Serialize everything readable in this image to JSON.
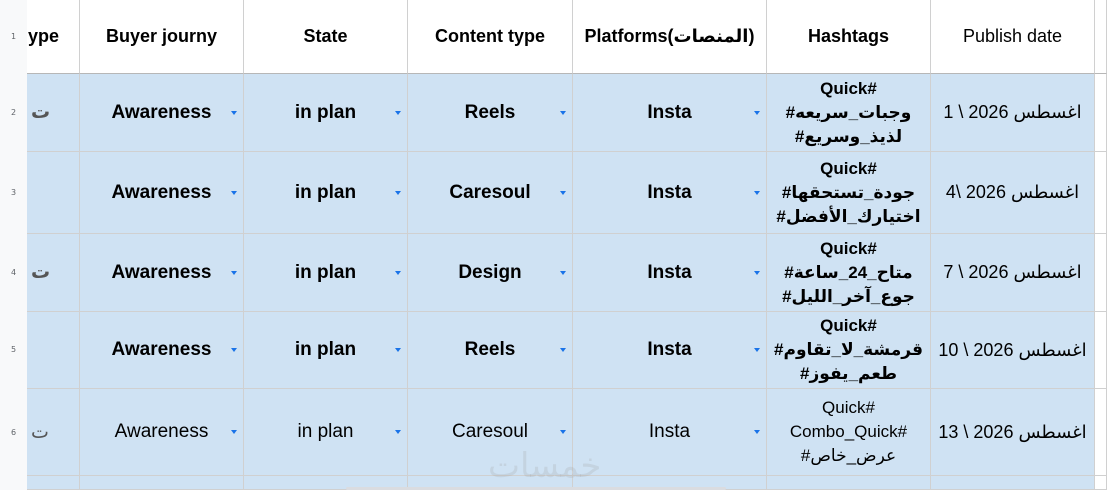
{
  "row_numbers": [
    "1",
    "2",
    "3",
    "4",
    "5",
    "6"
  ],
  "columns": {
    "type": "ype",
    "buyer_journey": "Buyer journy",
    "state": "State",
    "content_type": "Content type",
    "platforms": "Platforms(المنصات)",
    "hashtags": "Hashtags",
    "publish_date": "Publish date"
  },
  "rows": [
    {
      "type": "ت",
      "buyer_journey": "Awareness",
      "state": "in plan",
      "content_type": "Reels",
      "platform": "Insta",
      "hashtags": [
        "Quick#",
        "#وجبات_سريعه",
        "#لذيذ_وسريع"
      ],
      "publish_date": "اغسطس 2026 \\ 1"
    },
    {
      "type": "",
      "buyer_journey": "Awareness",
      "state": "in plan",
      "content_type": "Caresoul",
      "platform": "Insta",
      "hashtags": [
        "Quick#",
        "#جودة_تستحقها",
        "#اختيارك_الأفضل"
      ],
      "publish_date": "اغسطس 2026 \\4"
    },
    {
      "type": "ت",
      "buyer_journey": "Awareness",
      "state": "in plan",
      "content_type": "Design",
      "platform": "Insta",
      "hashtags": [
        "Quick#",
        "#متاح_24_ساعة",
        "#جوع_آخر_الليل"
      ],
      "publish_date": "اغسطس 2026 \\ 7"
    },
    {
      "type": "",
      "buyer_journey": "Awareness",
      "state": "in plan",
      "content_type": "Reels",
      "platform": "Insta",
      "hashtags": [
        "Quick#",
        "#قرمشة_لا_تقاوم",
        "#طعم_يفوز"
      ],
      "publish_date": "اغسطس 2026 \\ 10"
    },
    {
      "type": "ت",
      "buyer_journey": "Awareness",
      "state": "in plan",
      "content_type": "Caresoul",
      "platform": "Insta",
      "hashtags": [
        "Quick#",
        "Combo_Quick#",
        "#عرض_خاص"
      ],
      "publish_date": "اغسطس 2026 \\ 13"
    }
  ],
  "watermark": "خمسات",
  "colors": {
    "row_fill": "#cfe2f3",
    "dropdown_caret": "#1a73e8",
    "gridline": "#d0d0d0"
  }
}
